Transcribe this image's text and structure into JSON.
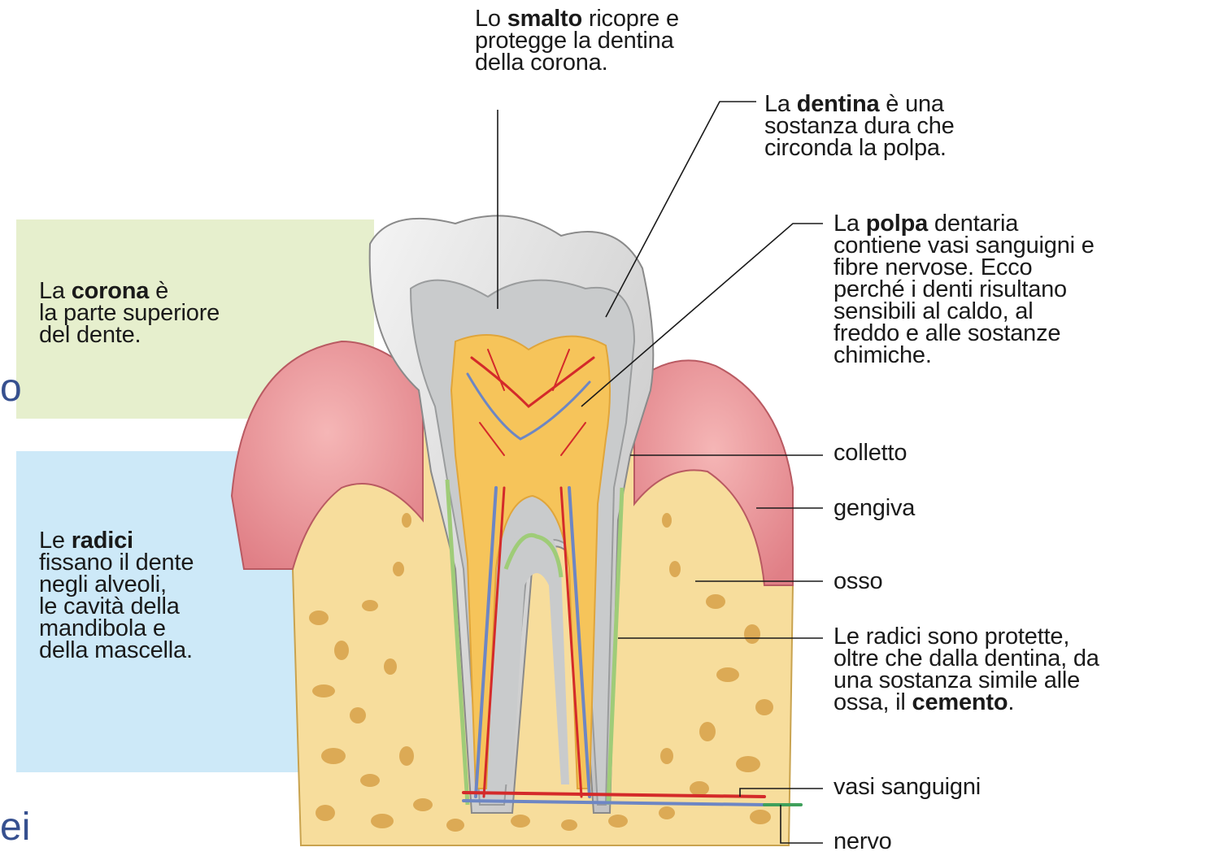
{
  "labels": {
    "smalto": [
      "Lo ",
      "smalto",
      " ricopre e",
      "protegge la dentina",
      "della corona."
    ],
    "dentina": [
      "La ",
      "dentina",
      " è una",
      "sostanza dura che",
      "circonda la polpa."
    ],
    "polpa": [
      "La ",
      "polpa",
      " dentaria",
      "contiene vasi sanguigni e",
      "fibre nervose. Ecco",
      "perché i denti risultano",
      "sensibili al caldo, al",
      "freddo e alle sostanze",
      "chimiche."
    ],
    "corona": [
      "La ",
      "corona",
      " è",
      "la parte superiore",
      "del dente."
    ],
    "radici": [
      "Le ",
      "radici",
      "fissano il dente",
      "negli alveoli,",
      "le cavità della",
      "mandibola e",
      "della mascella."
    ],
    "colletto": "colletto",
    "gengiva": "gengiva",
    "osso": "osso",
    "cemento": [
      "Le radici sono protette,",
      "oltre che dalla dentina, da",
      "una sostanza simile alle",
      "ossa, il ",
      "cemento",
      "."
    ],
    "vasi": "vasi sanguigni",
    "nervo": "nervo"
  },
  "edge_fragments": [
    "o",
    "ei"
  ],
  "colors": {
    "corona_band": "#e6efcd",
    "radici_band": "#cde9f8",
    "gum": "#e98a8f",
    "bone": "#f7dd9c",
    "enamel": "#d9d9d9",
    "dentin": "#c8cacb",
    "pulp": "#f7c45a",
    "vessel_red": "#d42a2a",
    "nerve_blue": "#6d86c4",
    "cement": "#9fcc78"
  }
}
